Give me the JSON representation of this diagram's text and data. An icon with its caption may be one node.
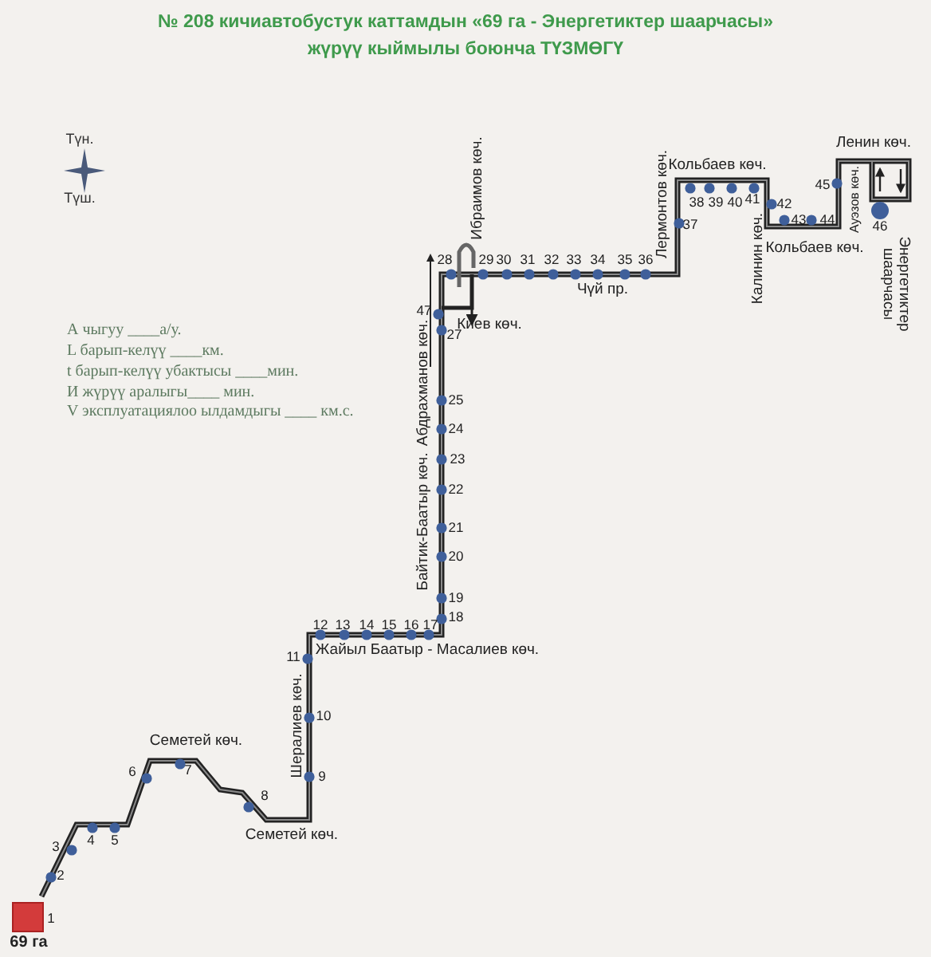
{
  "diagram": {
    "title": "№ 208 кичиавтобустук каттамдын «69 га - Энергетиктер шаарчасы» жүрүү кыймылы боюнча ТҮЗМӨГҮ",
    "labels": [
      "Түн.",
      "Ленин көч.",
      "Кольбаев көч.",
      "Ибраимов көч.",
      "Лермонтов көч.",
      "38",
      "39",
      "40",
      "41",
      "42",
      "45",
      "Ауэзов көч.",
      "Түш.",
      "37",
      "43",
      "44",
      "46",
      "Калинин көч.",
      "Кольбаев көч.",
      "Энергетиктер шаарчасы",
      "28",
      "29",
      "30",
      "31",
      "32",
      "33",
      "34",
      "35",
      "36",
      "Чүй пр.",
      "47",
      "27",
      "Киев көч.",
      "Абдрахманов көч.",
      "А чыгуу ____а/у.",
      "L барып-келүү ____км.",
      "t барып-келүү убактысы ____мин.",
      "И жүрүү аралыгы____ мин.",
      "V эксплуатациялоо ылдамдыгы ____ км.с.",
      "25",
      "24",
      "23",
      "22",
      "Байтик-Баатыр көч.",
      "21",
      "20",
      "19",
      "18",
      "12",
      "13",
      "14",
      "15",
      "16",
      "17",
      "11",
      "Жайыл Баатыр - Масалиев көч.",
      "10",
      "Шералиев көч.",
      "Семетей көч.",
      "6",
      "7",
      "9",
      "8",
      "3",
      "4",
      "5",
      "Семетей көч.",
      "2",
      "1",
      "69 га"
    ]
  }
}
